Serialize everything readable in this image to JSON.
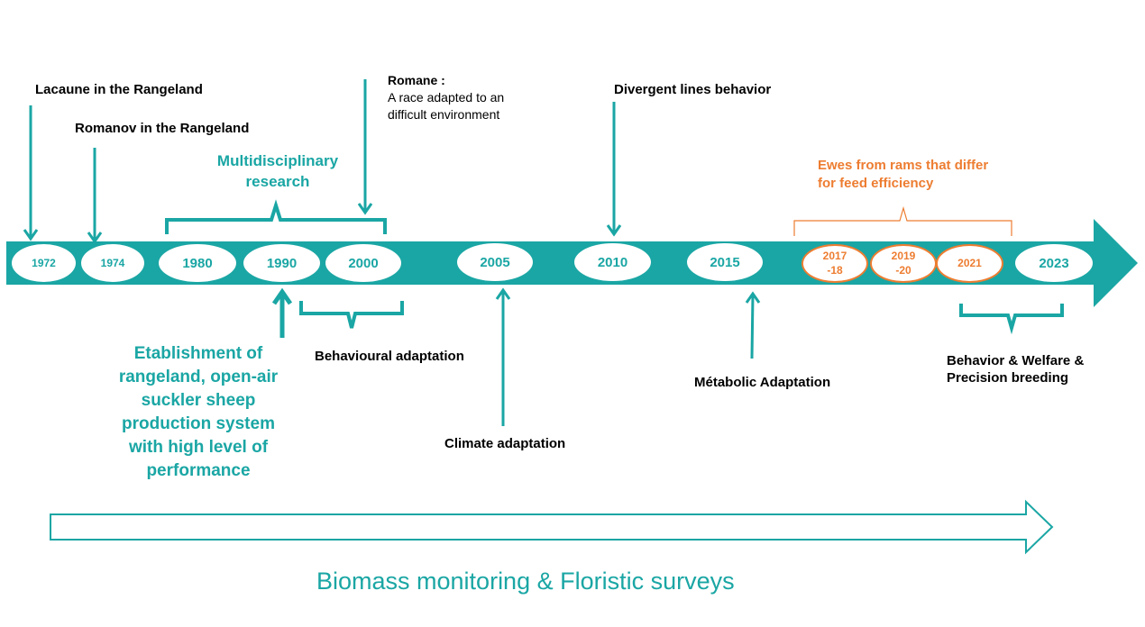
{
  "colors": {
    "teal": "#1aa6a4",
    "orange": "#ed7d31",
    "text": "#000000"
  },
  "years": {
    "y1972": "1972",
    "y1974": "1974",
    "y1980": "1980",
    "y1990": "1990",
    "y2000": "2000",
    "y2005": "2005",
    "y2010": "2010",
    "y2015": "2015",
    "y2017_a": "2017",
    "y2017_b": "-18",
    "y2019_a": "2019",
    "y2019_b": "-20",
    "y2021": "2021",
    "y2023": "2023"
  },
  "events": {
    "lacaune": "Lacaune in the Rangeland",
    "romanov": "Romanov in the Rangeland",
    "multidisciplinary": "Multidisciplinary research",
    "romane_title": "Romane :",
    "romane_desc_1": "A race adapted to an",
    "romane_desc_2": "difficult environment",
    "divergent": "Divergent lines behavior",
    "ewes": "Ewes from rams that differ for feed efficiency",
    "establishment": "Etablishment of rangeland, open-air suckler sheep production system with high level of performance",
    "behavioural": "Behavioural adaptation",
    "climate": "Climate adaptation",
    "metabolic": "Métabolic Adaptation",
    "behavior_welfare": "Behavior & Welfare & Precision breeding"
  },
  "footer": {
    "biomass": "Biomass monitoring & Floristic surveys"
  }
}
